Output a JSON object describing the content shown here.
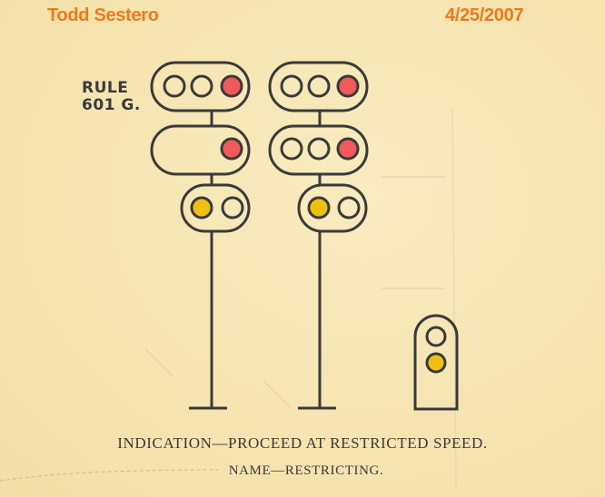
{
  "header": {
    "author": "Todd Sestero",
    "date": "4/25/2007"
  },
  "rule": {
    "line1": "RULE",
    "line2": "601 G."
  },
  "caption": {
    "indication": "INDICATION—PROCEED AT RESTRICTED SPEED.",
    "name": "NAME—RESTRICTING."
  },
  "colors": {
    "background": "#f6e6b4",
    "header_text": "#f07818",
    "line": "#3a3a3a",
    "red_aspect": "#f05a5a",
    "yellow_aspect": "#f0c010"
  },
  "signals": [
    {
      "id": "left-signal",
      "heads": [
        {
          "position": "top",
          "lamps": [
            "off",
            "off",
            "red"
          ]
        },
        {
          "position": "middle",
          "lamps": [
            "red"
          ]
        },
        {
          "position": "bottom",
          "lamps": [
            "yellow",
            "off"
          ]
        }
      ]
    },
    {
      "id": "right-signal",
      "heads": [
        {
          "position": "top",
          "lamps": [
            "off",
            "off",
            "red"
          ]
        },
        {
          "position": "middle",
          "lamps": [
            "off",
            "off",
            "red"
          ]
        },
        {
          "position": "bottom",
          "lamps": [
            "yellow",
            "off"
          ]
        }
      ]
    },
    {
      "id": "dwarf-signal",
      "heads": [
        {
          "position": "single",
          "lamps": [
            "off",
            "yellow"
          ]
        }
      ]
    }
  ]
}
